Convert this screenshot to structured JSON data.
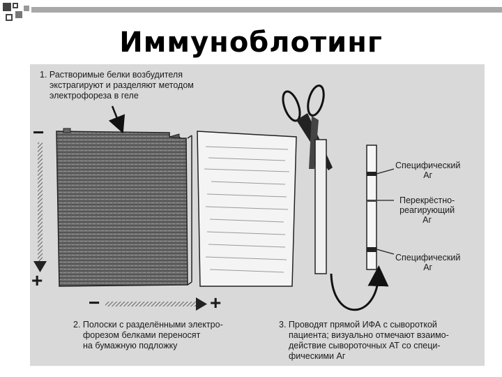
{
  "slide": {
    "title": "Иммуноблотинг"
  },
  "steps": {
    "step1": {
      "line1": "1. Растворимые белки возбудителя",
      "line2": "экстрагируют и разделяют методом",
      "line3": "электрофореза в геле"
    },
    "step2": {
      "line1": "2. Полоски с разделёнными электро-",
      "line2": "форезом белками переносят",
      "line3": "на бумажную подложку"
    },
    "step3": {
      "line1": "3. Проводят прямой ИФА с сывороткой",
      "line2": "пациента; визуально отмечают взаимо-",
      "line3": "действие сывороточных АТ со специ-",
      "line4": "фическими Аг"
    }
  },
  "signs": {
    "minus": "−",
    "plus": "+"
  },
  "strip_labels": {
    "specific_top": {
      "line1": "Специфический",
      "line2": "Аг"
    },
    "cross_reacting": {
      "line1": "Перекрёстно-",
      "line2": "реагирующий",
      "line3": "Аг"
    },
    "specific_bottom": {
      "line1": "Специфический",
      "line2": "Аг"
    }
  },
  "colors": {
    "accent_bar": "#a8a8a8",
    "corner_dark": "#333333",
    "figure_bg": "#d9d9d9"
  }
}
